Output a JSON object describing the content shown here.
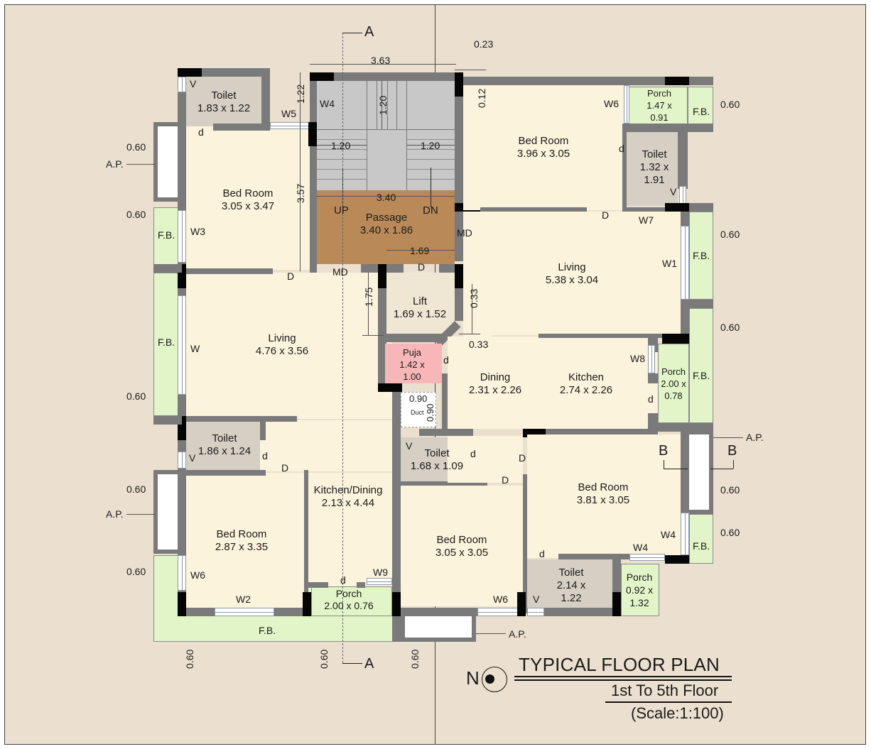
{
  "title": {
    "main": "TYPICAL FLOOR PLAN",
    "subtitle": "1st To 5th Floor",
    "scale": "(Scale:1:100)",
    "north": "N"
  },
  "colors": {
    "background": "#ebe0cf",
    "room_floor": "#fcf3dc",
    "toilet": "#d6d0c4",
    "green_balcony": "#e2f5c8",
    "stair": "#c8c8c8",
    "passage": "#b98a58",
    "puja": "#f7b7b9",
    "wall": "#7a7a7a",
    "column": "#050505"
  },
  "rooms": {
    "left_toilet_top": {
      "name": "Toilet",
      "size": "1.83 x 1.22"
    },
    "left_bedroom_top": {
      "name": "Bed Room",
      "size": "3.05 x 3.47"
    },
    "left_living": {
      "name": "Living",
      "size": "4.76 x 3.56"
    },
    "left_toilet_mid": {
      "name": "Toilet",
      "size": "1.86 x 1.24"
    },
    "left_bedroom_bottom": {
      "name": "Bed Room",
      "size": "2.87 x 3.35"
    },
    "left_kitchen_dining": {
      "name": "Kitchen/Dining",
      "size": "2.13 x 4.44"
    },
    "left_porch": {
      "name": "Porch",
      "size": "2.00 x 0.76"
    },
    "passage": {
      "name": "Passage",
      "size": "3.40 x 1.86"
    },
    "lift": {
      "name": "Lift",
      "size": "1.69 x 1.52"
    },
    "puja": {
      "name": "Puja",
      "size_line1": "1.42 x",
      "size_line2": "1.00"
    },
    "duct": {
      "name": "Duct",
      "w": "0.90",
      "h": "0.90"
    },
    "centre_toilet": {
      "name": "Toilet",
      "size": "1.68 x 1.09"
    },
    "centre_bedroom": {
      "name": "Bed Room",
      "size": "3.05 x 3.05"
    },
    "right_bedroom_top": {
      "name": "Bed Room",
      "size": "3.96 x 3.05"
    },
    "right_porch_top": {
      "name": "Porch",
      "size_line1": "1.47 x",
      "size_line2": "0.91"
    },
    "right_toilet_top": {
      "name": "Toilet",
      "size_line1": "1.32 x",
      "size_line2": "1.91"
    },
    "right_living": {
      "name": "Living",
      "size": "5.38 x 3.04"
    },
    "right_dining": {
      "name": "Dining",
      "size": "2.31 x 2.26"
    },
    "right_kitchen": {
      "name": "Kitchen",
      "size": "2.74 x 2.26"
    },
    "right_porch_mid": {
      "name": "Porch",
      "size_line1": "2.00 x",
      "size_line2": "0.78"
    },
    "right_bedroom_bottom": {
      "name": "Bed Room",
      "size": "3.81 x 3.05"
    },
    "right_toilet_bottom": {
      "name": "Toilet",
      "size_line1": "2.14 x",
      "size_line2": "1.22"
    },
    "right_porch_bottom": {
      "name": "Porch",
      "size_line1": "0.92 x",
      "size_line2": "1.32"
    }
  },
  "stair": {
    "up": "UP",
    "down": "DN"
  },
  "openings": {
    "V": "V",
    "d": "d",
    "D": "D",
    "MD": "MD",
    "W": "W",
    "W1": "W1",
    "W2": "W2",
    "W3": "W3",
    "W4": "W4",
    "W5": "W5",
    "W6": "W6",
    "W7": "W7",
    "W8": "W8",
    "W9": "W9"
  },
  "annotations": {
    "fb": "F.B.",
    "ap": "A.P.",
    "section_a": "A",
    "section_b": "B"
  },
  "dimensions": {
    "stair_width": "3.63",
    "wall_023": "0.23",
    "wall_012": "0.12",
    "stair_122": "1.22",
    "stair_landing": "1.20",
    "stair_flight_left": "1.20",
    "stair_flight_right": "1.20",
    "stair_height": "3.57",
    "passage_width": "3.40",
    "lift_width": "1.69",
    "lift_depth": "1.75",
    "chamfer_v": "0.33",
    "chamfer_h": "0.33",
    "ledge": "0.60"
  }
}
